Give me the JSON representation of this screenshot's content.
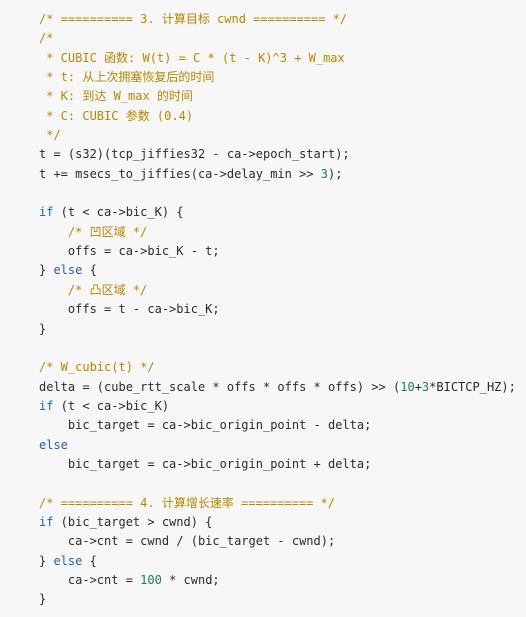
{
  "code": {
    "lines": [
      [
        {
          "t": "/* ========== 3. 计算目标 cwnd ========== */",
          "c": "comment"
        }
      ],
      [
        {
          "t": "/*",
          "c": "comment"
        }
      ],
      [
        {
          "t": " * CUBIC 函数: W(t) = C * (t - K)^3 + W_max",
          "c": "comment"
        }
      ],
      [
        {
          "t": " * t: 从上次拥塞恢复后的时间",
          "c": "comment"
        }
      ],
      [
        {
          "t": " * K: 到达 W_max 的时间",
          "c": "comment"
        }
      ],
      [
        {
          "t": " * C: CUBIC 参数 (0.4)",
          "c": "comment"
        }
      ],
      [
        {
          "t": " */",
          "c": "comment"
        }
      ],
      [
        {
          "t": "t = (s32)(tcp_jiffies32 - ca->epoch_start);",
          "c": "plain"
        }
      ],
      [
        {
          "t": "t += msecs_to_jiffies(ca->delay_min >> ",
          "c": "plain"
        },
        {
          "t": "3",
          "c": "num"
        },
        {
          "t": ");",
          "c": "plain"
        }
      ],
      [
        {
          "t": "",
          "c": "plain"
        }
      ],
      [
        {
          "t": "if",
          "c": "keyword"
        },
        {
          "t": " (t < ca->bic_K) {",
          "c": "plain"
        }
      ],
      [
        {
          "t": "    ",
          "c": "plain"
        },
        {
          "t": "/* 凹区域 */",
          "c": "comment"
        }
      ],
      [
        {
          "t": "    offs = ca->bic_K - t;",
          "c": "plain"
        }
      ],
      [
        {
          "t": "} ",
          "c": "plain"
        },
        {
          "t": "else",
          "c": "keyword"
        },
        {
          "t": " {",
          "c": "plain"
        }
      ],
      [
        {
          "t": "    ",
          "c": "plain"
        },
        {
          "t": "/* 凸区域 */",
          "c": "comment"
        }
      ],
      [
        {
          "t": "    offs = t - ca->bic_K;",
          "c": "plain"
        }
      ],
      [
        {
          "t": "}",
          "c": "plain"
        }
      ],
      [
        {
          "t": "",
          "c": "plain"
        }
      ],
      [
        {
          "t": "/* W_cubic(t) */",
          "c": "comment"
        }
      ],
      [
        {
          "t": "delta = (cube_rtt_scale * offs * offs * offs) >> (",
          "c": "plain"
        },
        {
          "t": "10",
          "c": "num"
        },
        {
          "t": "+",
          "c": "plain"
        },
        {
          "t": "3",
          "c": "num"
        },
        {
          "t": "*BICTCP_HZ);",
          "c": "plain"
        }
      ],
      [
        {
          "t": "if",
          "c": "keyword"
        },
        {
          "t": " (t < ca->bic_K)",
          "c": "plain"
        }
      ],
      [
        {
          "t": "    bic_target = ca->bic_origin_point - delta;",
          "c": "plain"
        }
      ],
      [
        {
          "t": "else",
          "c": "keyword"
        }
      ],
      [
        {
          "t": "    bic_target = ca->bic_origin_point + delta;",
          "c": "plain"
        }
      ],
      [
        {
          "t": "",
          "c": "plain"
        }
      ],
      [
        {
          "t": "/* ========== 4. 计算增长速率 ========== */",
          "c": "comment"
        }
      ],
      [
        {
          "t": "if",
          "c": "keyword"
        },
        {
          "t": " (bic_target > cwnd) {",
          "c": "plain"
        }
      ],
      [
        {
          "t": "    ca->cnt = cwnd / (bic_target - cwnd);",
          "c": "plain"
        }
      ],
      [
        {
          "t": "} ",
          "c": "plain"
        },
        {
          "t": "else",
          "c": "keyword"
        },
        {
          "t": " {",
          "c": "plain"
        }
      ],
      [
        {
          "t": "    ca->cnt = ",
          "c": "plain"
        },
        {
          "t": "100",
          "c": "num"
        },
        {
          "t": " * cwnd;",
          "c": "plain"
        }
      ],
      [
        {
          "t": "}",
          "c": "plain"
        }
      ]
    ]
  },
  "colors": {
    "background": "#f7f7f7",
    "comment": "#b58900",
    "keyword": "#1f5fbf",
    "number": "#1a7f64",
    "text": "#2b2b2b"
  }
}
